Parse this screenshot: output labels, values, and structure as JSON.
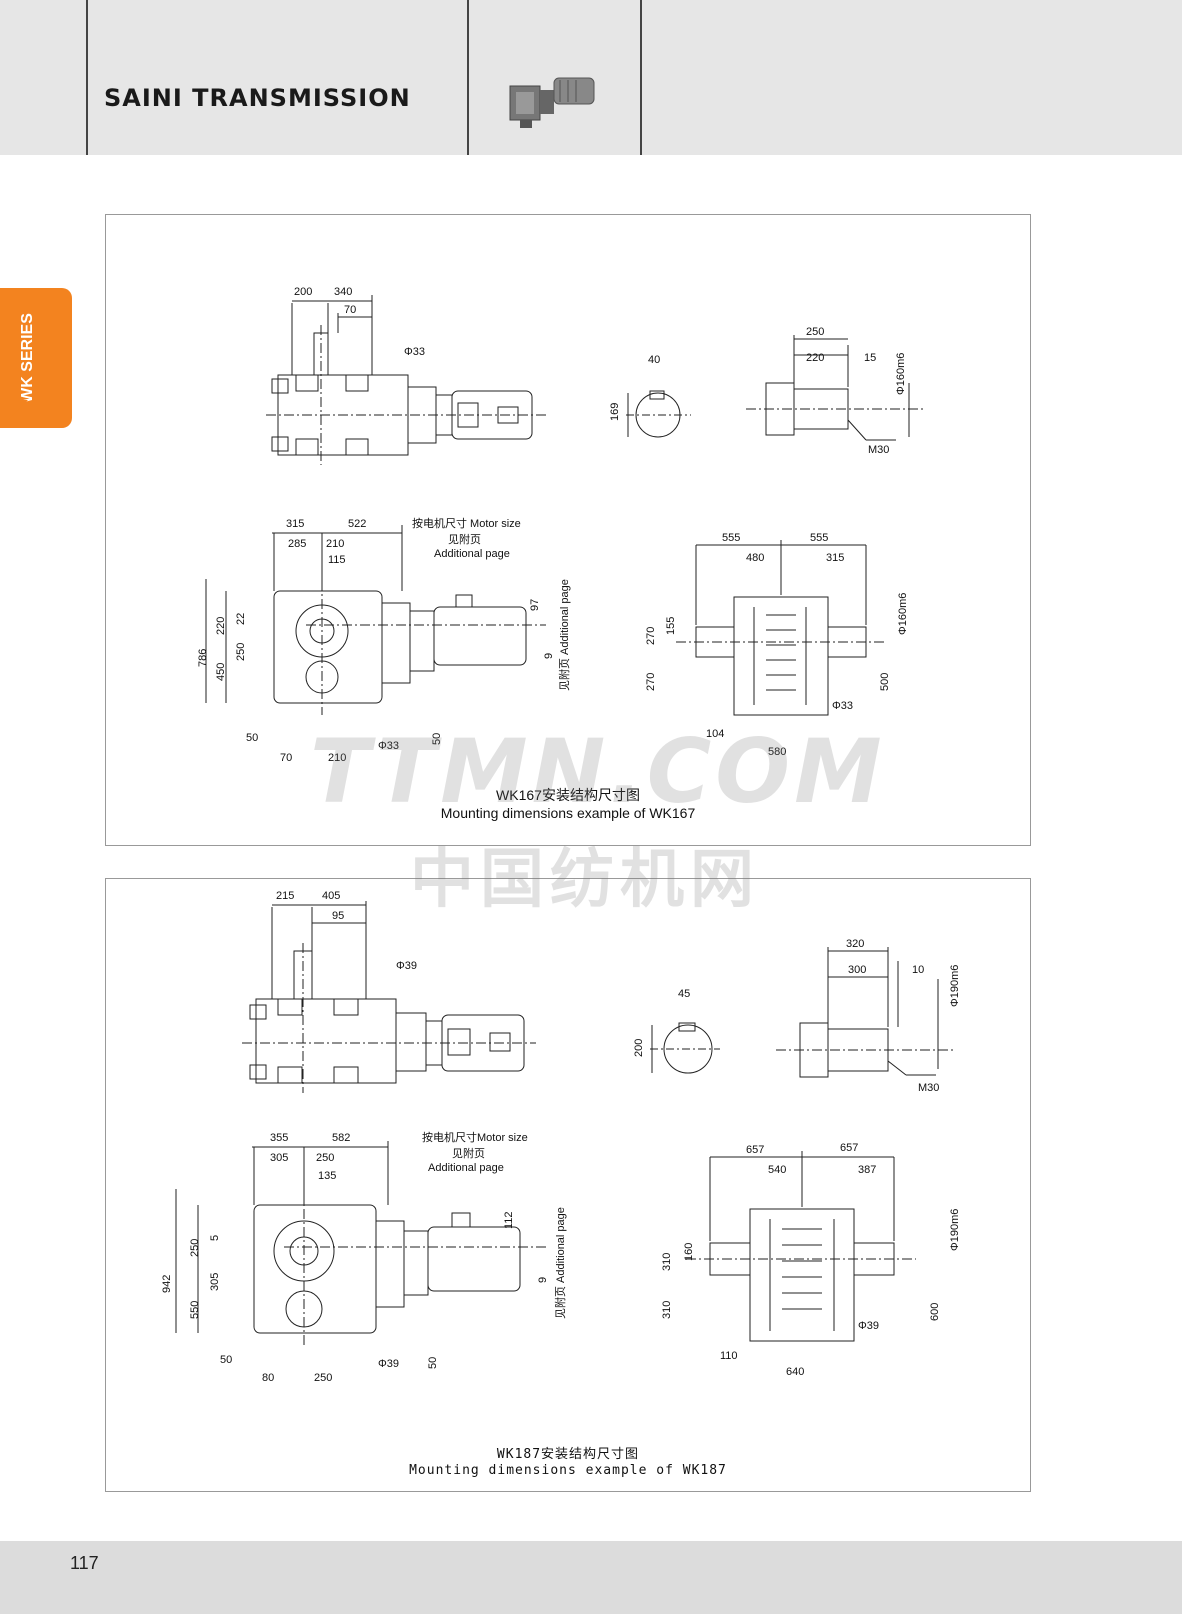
{
  "header": {
    "brand": "SAINI TRANSMISSION"
  },
  "side_tab": {
    "label": "WK SERIES"
  },
  "watermark": {
    "line1": "TTMN.COM",
    "line2": "中国纺机网"
  },
  "panel1": {
    "caption_cn": "WK167安装结构尺寸图",
    "caption_en": "Mounting dimensions example of WK167",
    "top_view": {
      "d1": "200",
      "d2": "340",
      "d3": "70",
      "hole": "Φ33"
    },
    "key": {
      "width": "40",
      "height": "169"
    },
    "shaft": {
      "len": "250",
      "len2": "220",
      "end": "15",
      "dia": "Φ160m6",
      "thread": "M30"
    },
    "side_view": {
      "a": "315",
      "b": "522",
      "c": "285",
      "d": "210",
      "e": "115",
      "motor_cn": "按电机尺寸 Motor size",
      "add_cn": "见附页",
      "add_en": "Additional page",
      "h1": "220",
      "h2": "22",
      "h3": "786",
      "h4": "450",
      "h5": "250",
      "h6": "97",
      "h7": "9",
      "foot1": "50",
      "foot2": "70",
      "foot3": "210",
      "foot4": "50",
      "hole": "Φ33",
      "vert_add": "见附页 Additional page"
    },
    "front_view": {
      "w1": "555",
      "w2": "555",
      "w3": "480",
      "w4": "315",
      "h1": "270",
      "h2": "155",
      "h3": "270",
      "h4": "500",
      "base1": "104",
      "base2": "580",
      "hole": "Φ33",
      "dia": "Φ160m6"
    }
  },
  "panel2": {
    "caption_cn": "WK187安装结构尺寸图",
    "caption_en": "Mounting dimensions example of WK187",
    "top_view": {
      "d1": "215",
      "d2": "405",
      "d3": "95",
      "hole": "Φ39"
    },
    "key": {
      "width": "45",
      "height": "200"
    },
    "shaft": {
      "len": "320",
      "len2": "300",
      "end": "10",
      "dia": "Φ190m6",
      "thread": "M30"
    },
    "side_view": {
      "a": "355",
      "b": "582",
      "c": "305",
      "d": "250",
      "e": "135",
      "motor_cn": "按电机尺寸Motor size",
      "add_cn": "见附页",
      "add_en": "Additional page",
      "h1": "250",
      "h2": "5",
      "h3": "942",
      "h4": "550",
      "h5": "305",
      "h6": "112",
      "h7": "9",
      "foot1": "50",
      "foot2": "80",
      "foot3": "250",
      "foot4": "50",
      "hole": "Φ39",
      "vert_add": "见附页 Additional page"
    },
    "front_view": {
      "w1": "657",
      "w2": "657",
      "w3": "540",
      "w4": "387",
      "h1": "310",
      "h2": "160",
      "h3": "310",
      "h4": "600",
      "base1": "110",
      "base2": "640",
      "hole": "Φ39",
      "dia": "Φ190m6"
    }
  },
  "footer": {
    "page_number": "117"
  }
}
